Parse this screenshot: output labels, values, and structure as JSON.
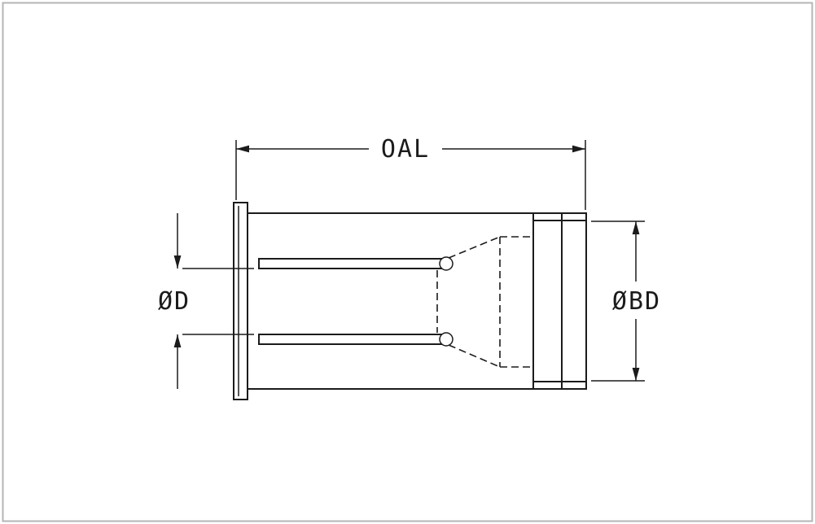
{
  "drawing": {
    "colors": {
      "line": "#1b1b1b",
      "border": "#b5b5b5",
      "bg": "#ffffff"
    },
    "labels": {
      "overall_length": "OAL",
      "inner_diameter": "ØD",
      "body_diameter": "ØBD"
    }
  }
}
